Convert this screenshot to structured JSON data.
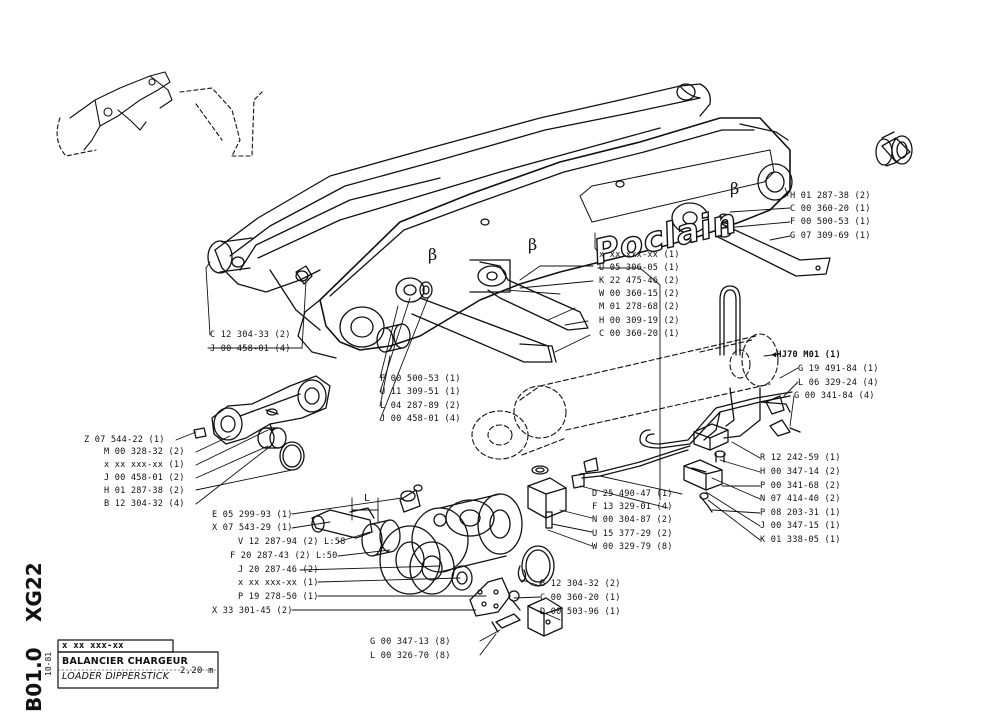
{
  "brand_name": "Poclain",
  "beta_mark": "β",
  "dim_mark": "L",
  "title_block": {
    "model": "XG22",
    "sheet": "B01.0",
    "date": "10-81",
    "ref": "x xx xxx-xx",
    "title_fr": "BALANCIER CHARGEUR",
    "title_en": "LOADER DIPPERSTICK",
    "length": "2,20 m"
  },
  "part_labels": [
    "H 01 287-38 (2)",
    "C 00 360-20 (1)",
    "F 00 500-53 (1)",
    "G 07 309-69 (1)",
    "x xx xxx-xx (1)",
    "U 05 306-05 (1)",
    "K 22 475-46 (2)",
    "W 00 360-15 (2)",
    "M 01 278-68 (2)",
    "H 00 309-19 (2)",
    "C 00 360-20 (1)",
    "C 12 304-33 (2)",
    "J 00 458-01 (4)",
    "F 00 500-53 (1)",
    "U 11 309-51 (1)",
    "L 04 287-89 (2)",
    "J 00 458-01 (4)",
    "HJ70 M01 (1)",
    "G 19 491-84 (1)",
    "L 06 329-24 (4)",
    "G 00 341-84 (4)",
    "Z 07 544-22 (1)",
    "M 00 328-32 (2)",
    "x xx xxx-xx (1)",
    "J 00 458-01 (2)",
    "H 01 287-38 (2)",
    "B 12 304-32 (4)",
    "R 12 242-59 (1)",
    "H 00 347-14 (2)",
    "P 00 341-68 (2)",
    "N 07 414-40 (2)",
    "P 08 203-31 (1)",
    "J 00 347-15 (1)",
    "K 01 338-05 (1)",
    "D 25 490-47 (1)",
    "F 13 329-01 (4)",
    "N 00 304-87 (2)",
    "U 15 377-29 (2)",
    "W 00 329-79 (8)",
    "E 05 299-93 (1)",
    "X 07 543-29 (1)",
    "V 12 287-94 (2) L:58",
    "F 20 287-43 (2) L:50",
    "J 20 287-46 (2)",
    "x xx xxx-xx (1)",
    "P 19 278-50 (1)",
    "X 33 301-45 (2)",
    "B 12 304-32 (2)",
    "C 00 360-20 (1)",
    "D 00 503-96 (1)",
    "G 00 347-13 (8)",
    "L 00 326-70 (8)"
  ]
}
